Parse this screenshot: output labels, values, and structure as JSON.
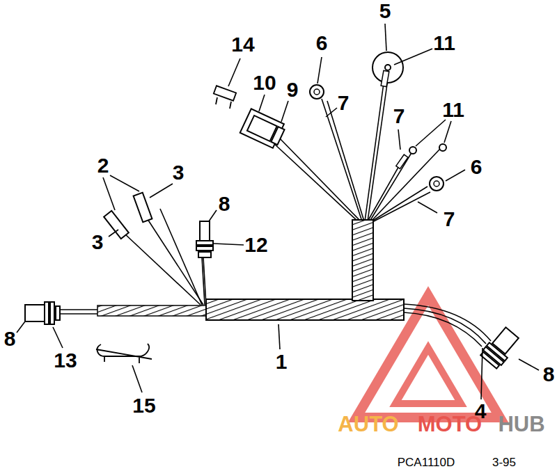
{
  "diagram": {
    "labels": [
      "5",
      "14",
      "6",
      "11",
      "10",
      "9",
      "7",
      "7",
      "11",
      "2",
      "3",
      "6",
      "8",
      "7",
      "3",
      "12",
      "8",
      "1",
      "13",
      "8",
      "15",
      "4",
      "AUTO",
      "MOTO",
      "HUB",
      "PCA1110D",
      "3-95"
    ]
  }
}
